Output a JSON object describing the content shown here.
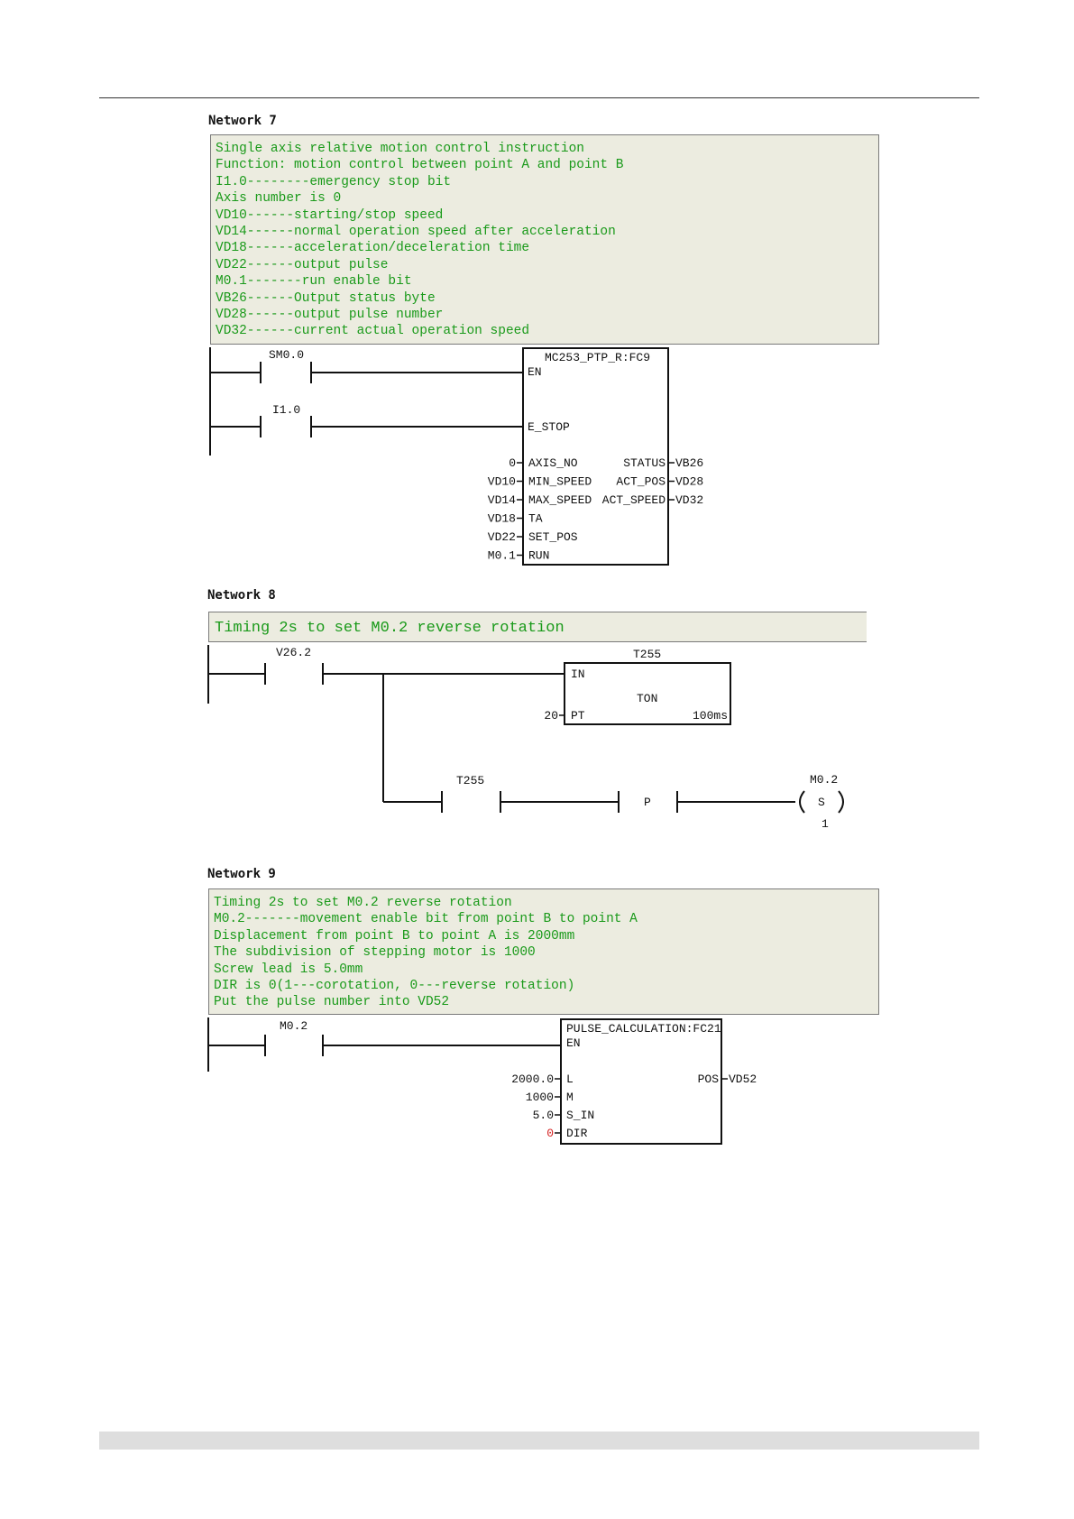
{
  "networks": [
    {
      "title": "Network 7",
      "comment": [
        "Single axis relative motion control instruction",
        "Function: motion control between point A and point B",
        "I1.0--------emergency stop bit",
        "Axis number is 0",
        "VD10------starting/stop speed",
        "VD14------normal operation speed after acceleration",
        "VD18------acceleration/deceleration time",
        "VD22------output pulse",
        "M0.1-------run enable bit",
        "VB26------Output status byte",
        "VD28------output pulse number",
        "VD32------current actual operation speed"
      ],
      "contacts": [
        "SM0.0",
        "I1.0"
      ],
      "block": {
        "name": "MC253_PTP_R:FC9",
        "en": "EN",
        "estop": "E_STOP",
        "inputs": [
          {
            "name": "AXIS_NO",
            "value": "0"
          },
          {
            "name": "MIN_SPEED",
            "value": "VD10"
          },
          {
            "name": "MAX_SPEED",
            "value": "VD14"
          },
          {
            "name": "TA",
            "value": "VD18"
          },
          {
            "name": "SET_POS",
            "value": "VD22"
          },
          {
            "name": "RUN",
            "value": "M0.1"
          }
        ],
        "outputs": [
          {
            "name": "STATUS",
            "value": "VB26"
          },
          {
            "name": "ACT_POS",
            "value": "VD28"
          },
          {
            "name": "ACT_SPEED",
            "value": "VD32"
          }
        ]
      }
    },
    {
      "title": "Network 8",
      "comment": [
        "Timing 2s to set M0.2 reverse rotation"
      ],
      "contact": "V26.2",
      "timer": {
        "name": "T255",
        "in": "IN",
        "type": "TON",
        "pt": "PT",
        "pt_value": "20",
        "base": "100ms"
      },
      "contact2": "T255",
      "edge": "P",
      "coil": {
        "name": "M0.2",
        "type": "S",
        "count": "1"
      }
    },
    {
      "title": "Network 9",
      "comment": [
        "Timing 2s to set M0.2 reverse rotation",
        "M0.2-------movement enable bit from point B to point A",
        "Displacement from point B to point A is 2000mm",
        "The subdivision of stepping motor is 1000",
        "Screw lead is 5.0mm",
        "DIR is 0(1---corotation, 0---reverse rotation)",
        "Put the pulse number into VD52"
      ],
      "contact": "M0.2",
      "block": {
        "name": "PULSE_CALCULATION:FC21",
        "en": "EN",
        "inputs": [
          {
            "name": "L",
            "value": "2000.0"
          },
          {
            "name": "M",
            "value": "1000"
          },
          {
            "name": "S_IN",
            "value": "5.0"
          },
          {
            "name": "DIR",
            "value": "0",
            "color": "#d42020"
          }
        ],
        "outputs": [
          {
            "name": "POS",
            "value": "VD52"
          }
        ]
      }
    }
  ]
}
